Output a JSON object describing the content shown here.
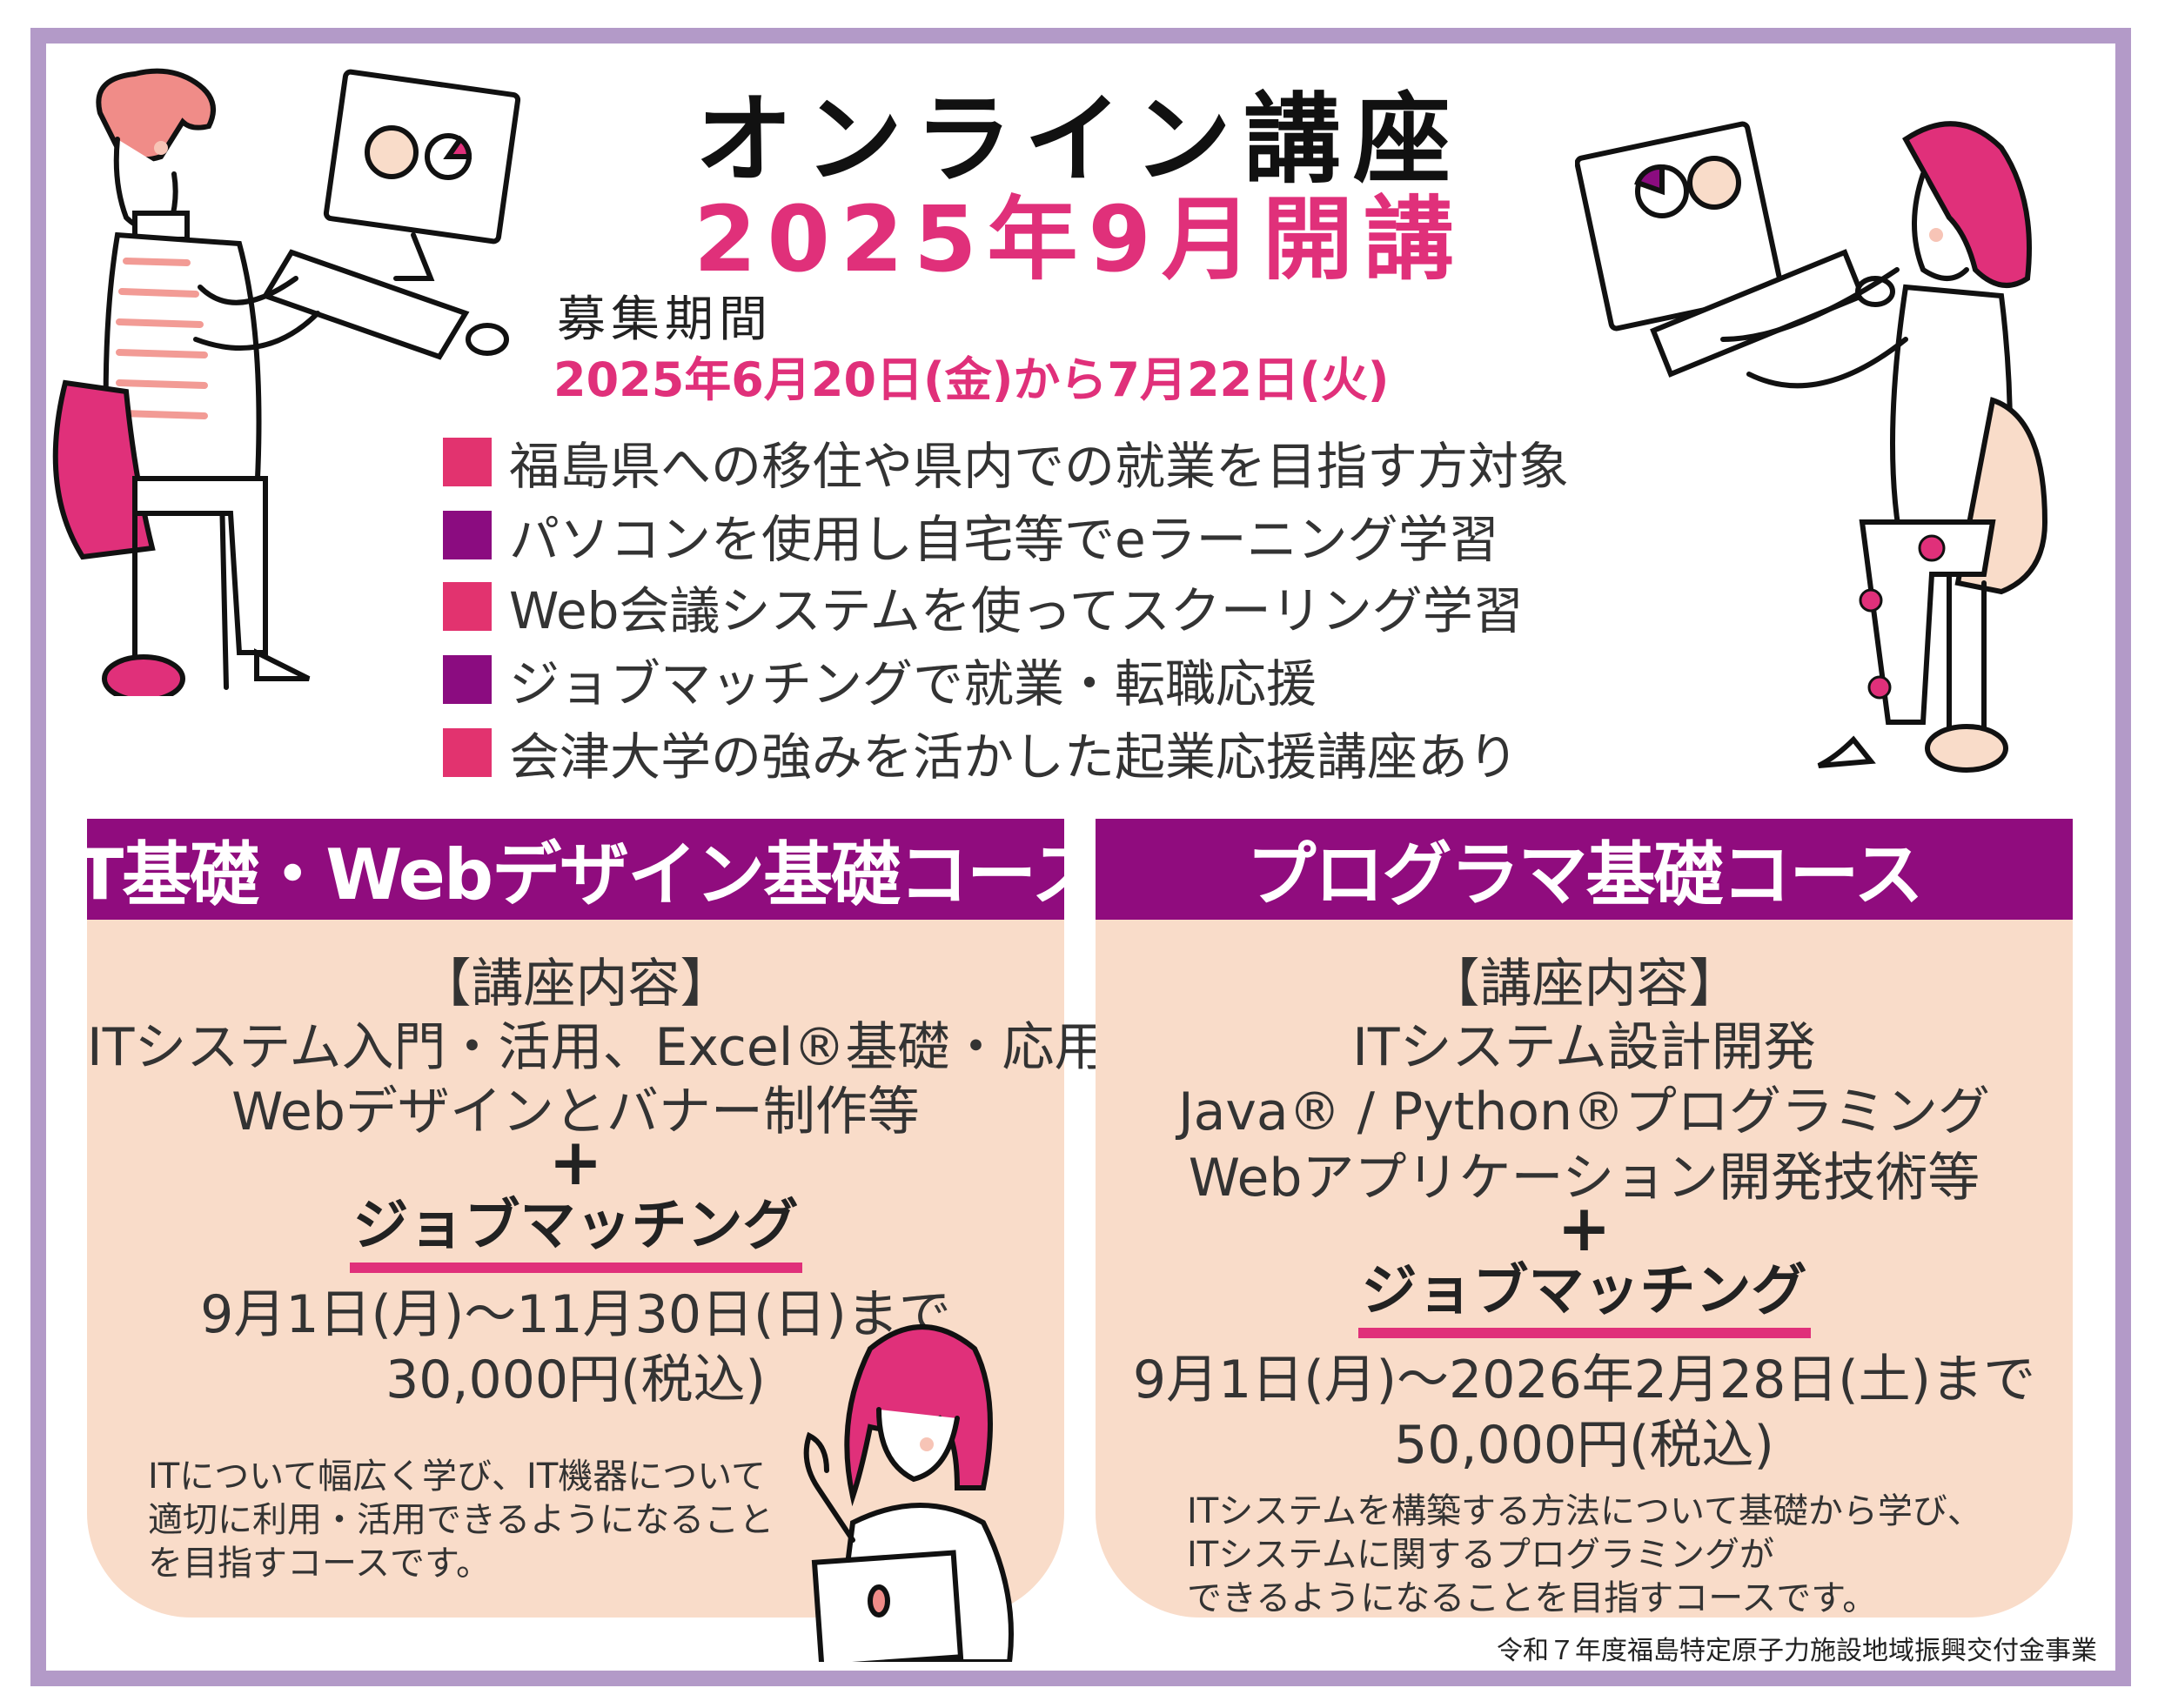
{
  "header": {
    "title": "オンライン講座",
    "subtitle": "2025年9月開講",
    "period_label": "募集期間",
    "period_dates": "2025年6月20日(金)から7月22日(火)"
  },
  "bullets": [
    {
      "text": "福島県への移住や県内での就業を目指す方対象",
      "color": "#e2336f"
    },
    {
      "text": "パソコンを使用し自宅等でeラーニング学習",
      "color": "#8b0c80"
    },
    {
      "text": "Web会議システムを使ってスクーリング学習",
      "color": "#e2336f"
    },
    {
      "text": "ジョブマッチングで就業・転職応援",
      "color": "#8b0c80"
    },
    {
      "text": "会津大学の強みを活かした起業応援講座あり",
      "color": "#e2336f"
    }
  ],
  "courses": [
    {
      "title": "IT基礎・Webデザイン基礎コース",
      "content_label": "【講座内容】",
      "content_lines": [
        "ITシステム入門・活用、Excel®基礎・応用",
        "Webデザインとバナー制作等"
      ],
      "plus": "+",
      "job_matching": "ジョブマッチング",
      "period": "9月1日(月)〜11月30日(日)まで",
      "price": "30,000円(税込)",
      "description": [
        "ITについて幅広く学び、IT機器について",
        "適切に利用・活用できるようになること",
        "を目指すコースです。"
      ]
    },
    {
      "title": "プログラマ基礎コース",
      "content_label": "【講座内容】",
      "content_lines": [
        "ITシステム設計開発",
        "Java® / Python®プログラミング",
        "Webアプリケーション開発技術等"
      ],
      "plus": "+",
      "job_matching": "ジョブマッチング",
      "period": "9月1日(月)〜2026年2月28日(土)まで",
      "price": "50,000円(税込)",
      "description": [
        "ITシステムを構築する方法について基礎から学び、",
        "ITシステムに関するプログラミングが",
        "できるようになることを目指すコースです。"
      ]
    }
  ],
  "footer_note": "令和７年度福島特定原子力施設地域振興交付金事業",
  "colors": {
    "frame": "#b39ac8",
    "accent_pink": "#e0307a",
    "header_purple": "#900c7e",
    "panel_peach": "#f9dcc9"
  }
}
